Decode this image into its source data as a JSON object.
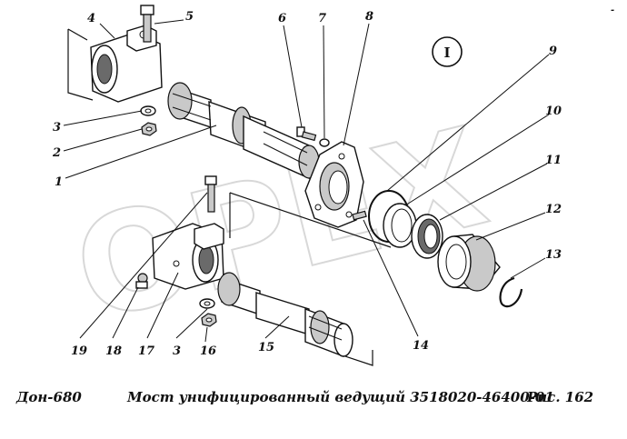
{
  "watermark": "OPEX",
  "view_marker": "I",
  "callouts": [
    {
      "id": "c1",
      "text": "1"
    },
    {
      "id": "c2",
      "text": "2"
    },
    {
      "id": "c3",
      "text": "3"
    },
    {
      "id": "c4",
      "text": "4"
    },
    {
      "id": "c5",
      "text": "5"
    },
    {
      "id": "c6",
      "text": "6"
    },
    {
      "id": "c7",
      "text": "7"
    },
    {
      "id": "c8",
      "text": "8"
    },
    {
      "id": "c9",
      "text": "9"
    },
    {
      "id": "c10",
      "text": "10"
    },
    {
      "id": "c11",
      "text": "11"
    },
    {
      "id": "c12",
      "text": "12"
    },
    {
      "id": "c13",
      "text": "13"
    },
    {
      "id": "c14",
      "text": "14"
    },
    {
      "id": "c15",
      "text": "15"
    },
    {
      "id": "c16",
      "text": "16"
    },
    {
      "id": "c3b",
      "text": "3"
    },
    {
      "id": "c17",
      "text": "17"
    },
    {
      "id": "c18",
      "text": "18"
    },
    {
      "id": "c19",
      "text": "19"
    }
  ],
  "footer": {
    "left": "Дон-680",
    "center": "Мост унифицированный ведущий 3518020-46400-01",
    "right": "Рис.  162"
  },
  "corner_mark": "-"
}
